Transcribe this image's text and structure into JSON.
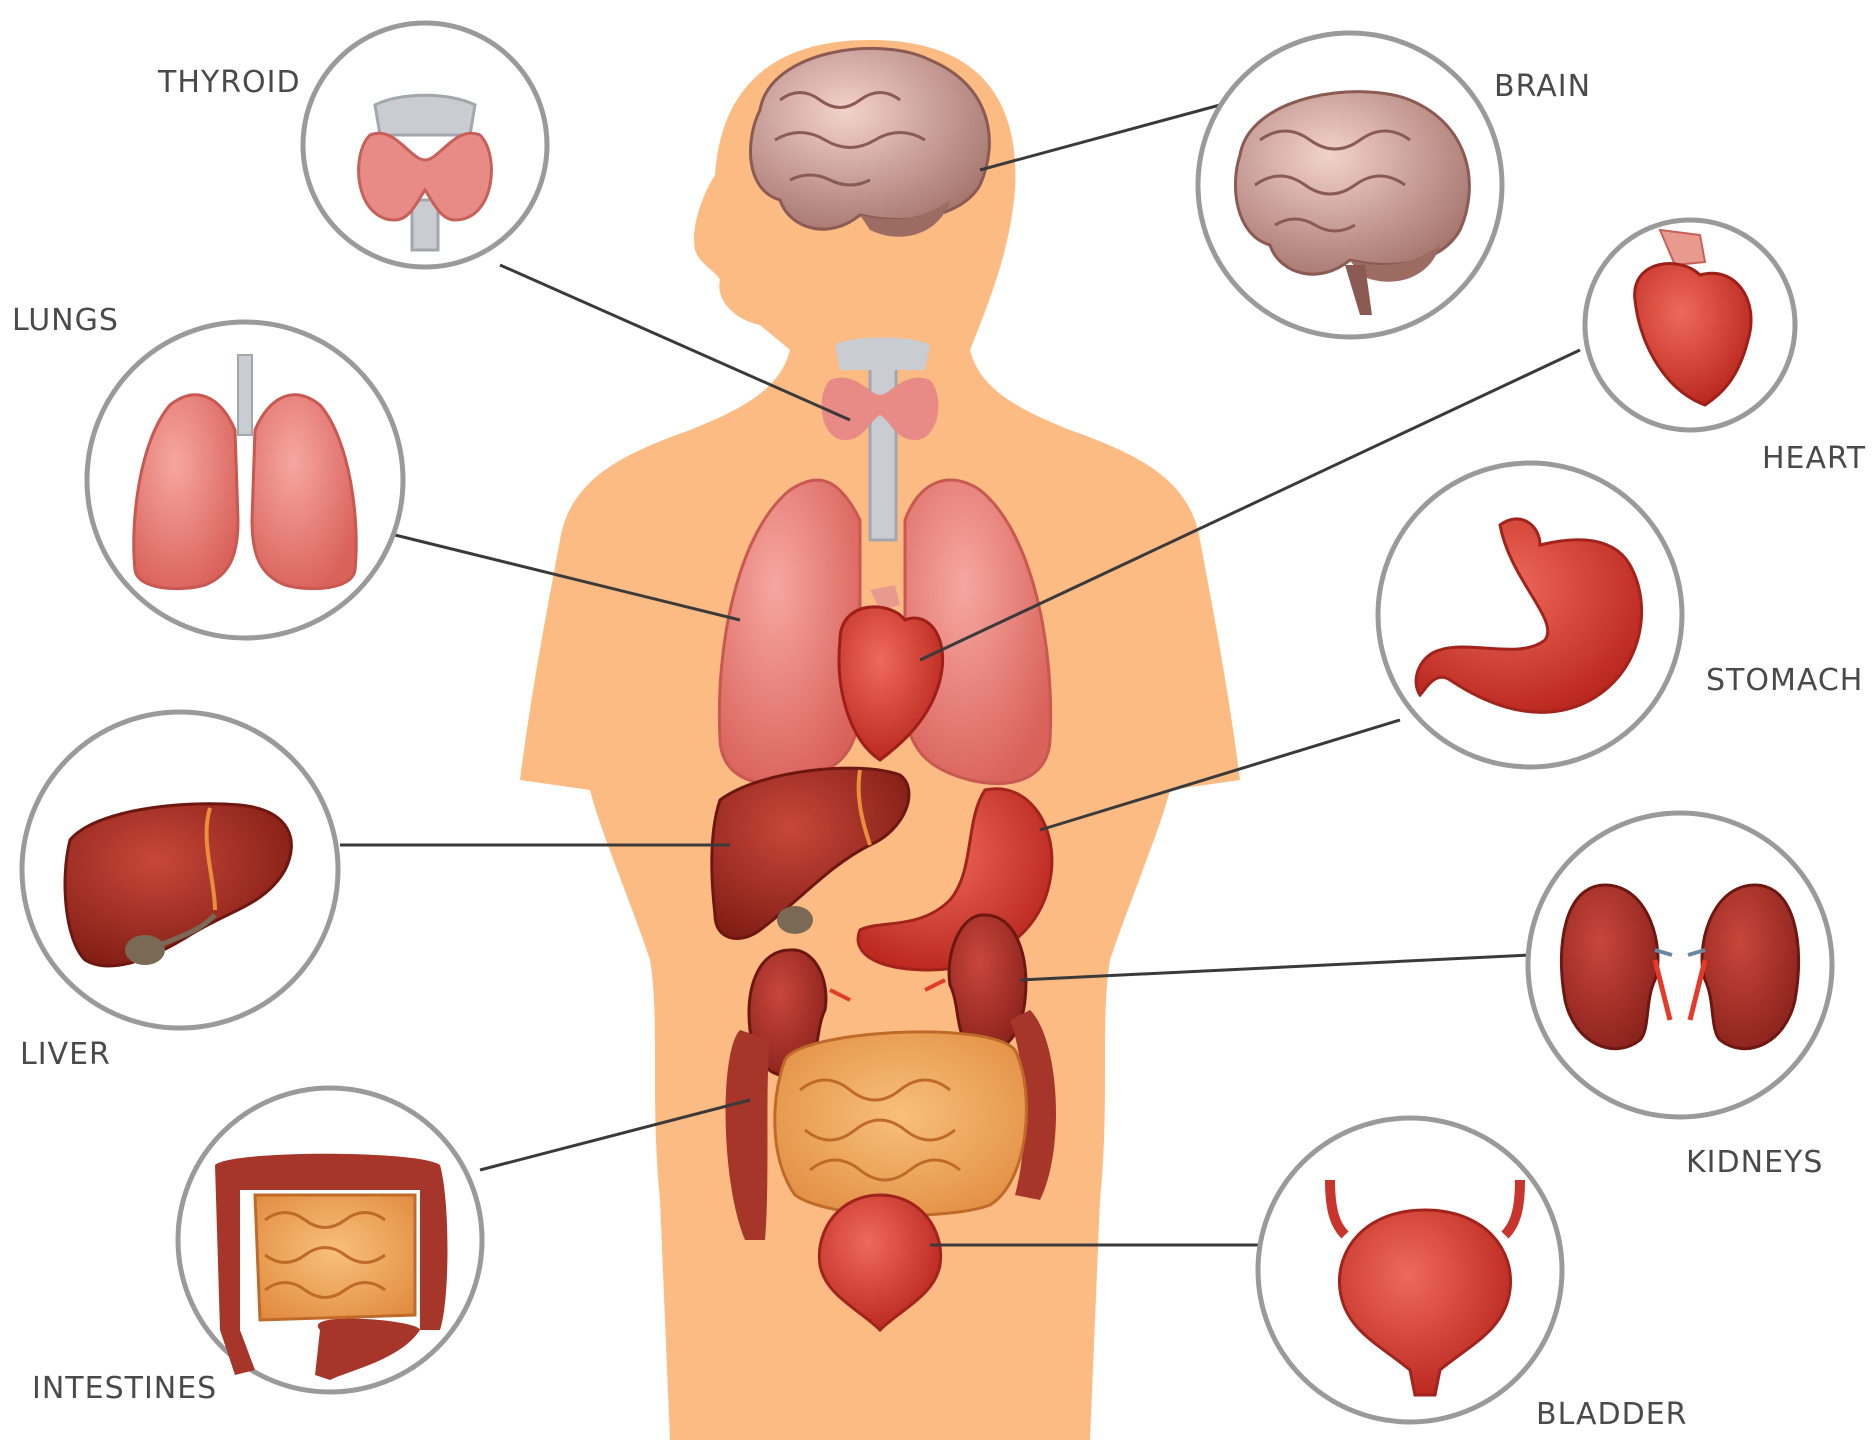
{
  "labels": {
    "thyroid": "THYROID",
    "brain": "BRAIN",
    "lungs": "LUNGS",
    "heart": "HEART",
    "stomach": "STOMACH",
    "liver": "LIVER",
    "kidneys": "KIDNEYS",
    "intestines": "INTESTINES",
    "bladder": "BLADDER"
  },
  "colors": {
    "skin": "#fdbb84",
    "organ_red": "#c8352c",
    "organ_pink": "#e8837a",
    "liver": "#9b2a1f",
    "brain": "#b98c84",
    "intestine": "#f0a15a",
    "trachea": "#c9ccd1",
    "circle_stroke": "#9a9a9a",
    "leader_line": "#3a3a3a"
  },
  "icons": [
    "thyroid-icon",
    "brain-icon",
    "lungs-icon",
    "heart-icon",
    "stomach-icon",
    "liver-icon",
    "kidneys-icon",
    "intestines-icon",
    "bladder-icon"
  ]
}
